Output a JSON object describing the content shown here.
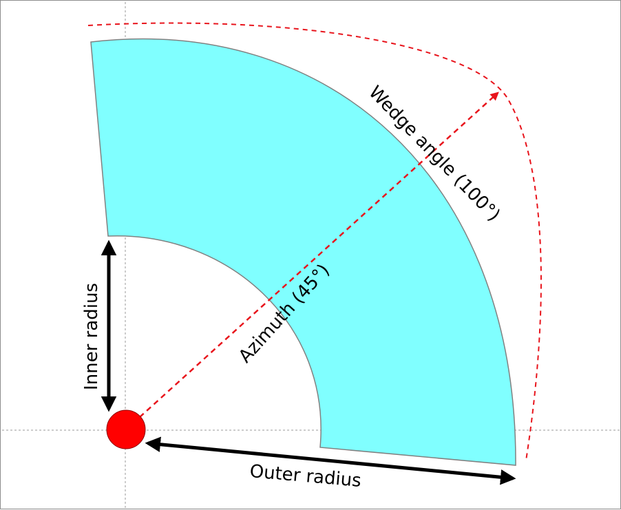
{
  "labels": {
    "wedge_angle": "Wedge angle (100°)",
    "azimuth": "Azimuth (45°)",
    "inner_radius": "Inner radius",
    "outer_radius": "Outer radius"
  },
  "diagram": {
    "wedge_angle_deg": 100,
    "azimuth_deg": 45,
    "colors": {
      "wedge_fill": "#80ffff",
      "wedge_stroke": "#808080",
      "dashed_guides": "#e8141c",
      "center_dot": "#ff0000",
      "arrows": "#000000",
      "crosshair": "#9a9a9a"
    }
  }
}
